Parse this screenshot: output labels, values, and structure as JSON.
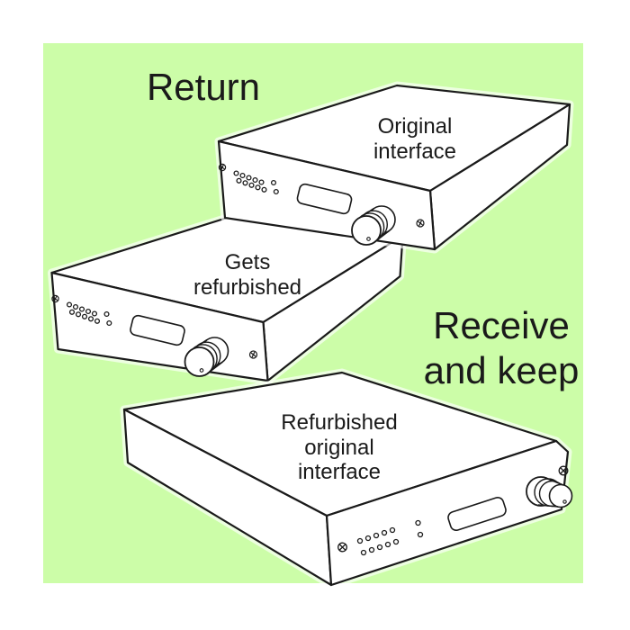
{
  "canvas": {
    "background_color": "#ffffff",
    "panel_color": "#ccfda8",
    "ink_color": "#1a1a1a",
    "device_fill": "#ffffff"
  },
  "annotations": {
    "return_label": "Return",
    "receive_label_line1": "Receive",
    "receive_label_line2": "and keep"
  },
  "devices": [
    {
      "name": "original-interface",
      "label_line1": "Original",
      "label_line2": "interface"
    },
    {
      "name": "gets-refurbished",
      "label_line1": "Gets",
      "label_line2": "refurbished"
    },
    {
      "name": "refurbished-original-interface",
      "label_line1": "Refurbished",
      "label_line2": "original",
      "label_line3": "interface"
    }
  ]
}
